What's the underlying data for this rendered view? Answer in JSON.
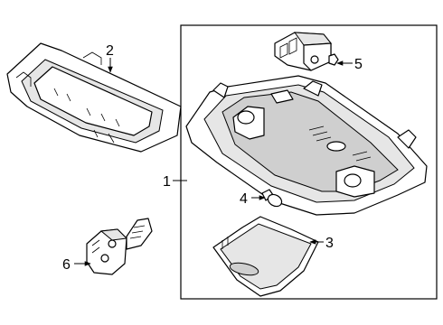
{
  "diagram": {
    "callouts": {
      "c1": "1",
      "c2": "2",
      "c3": "3",
      "c4": "4",
      "c5": "5",
      "c6": "6"
    }
  }
}
